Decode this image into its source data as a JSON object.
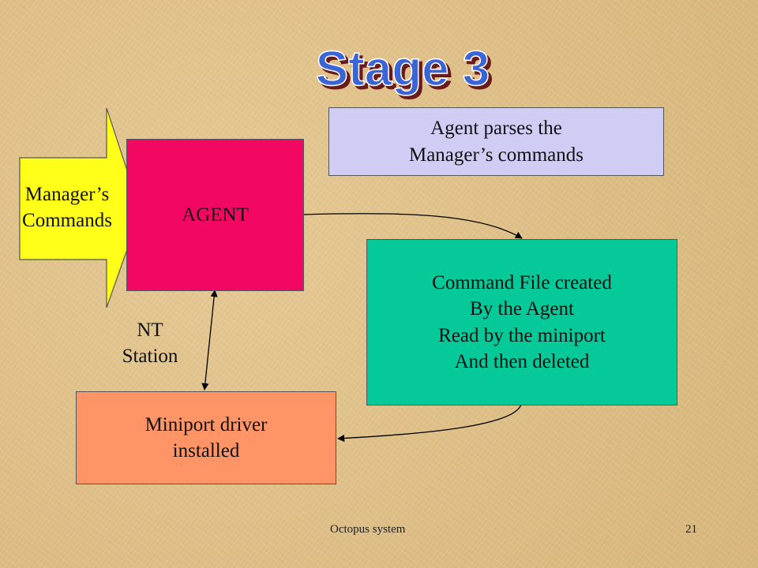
{
  "title": "Stage 3",
  "colors": {
    "agent": "#f20863",
    "parse_box": "#cfcdf4",
    "command_file_box": "#06c99a",
    "miniport_box": "#ff9466",
    "manager_arrow": "#ffff1a",
    "title_fill": "#3b64d4"
  },
  "nodes": {
    "manager_commands": "Manager’s\nCommands",
    "agent": "AGENT",
    "parse": "Agent parses the\nManager’s commands",
    "command_file": "Command File created\nBy the Agent\nRead by the miniport\nAnd then deleted",
    "nt_station": "NT\nStation",
    "miniport": "Miniport driver\ninstalled"
  },
  "footer": {
    "label": "Octopus system",
    "page": "21"
  }
}
